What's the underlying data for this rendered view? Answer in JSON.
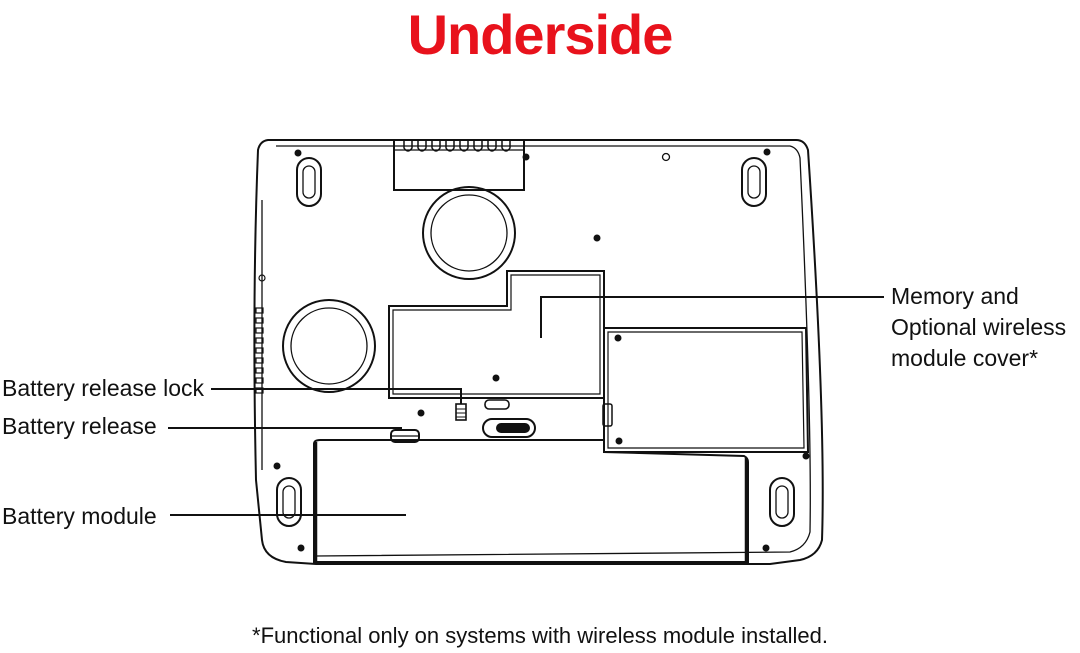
{
  "title": "Underside",
  "title_color": "#e8121c",
  "labels": {
    "battery_release_lock": "Battery release lock",
    "battery_release": "Battery release",
    "battery_module": "Battery module",
    "memory_cover_line1": "Memory and",
    "memory_cover_line2": "Optional wireless",
    "memory_cover_line3": "module cover*"
  },
  "footnote": "*Functional only on systems with wireless module installed."
}
